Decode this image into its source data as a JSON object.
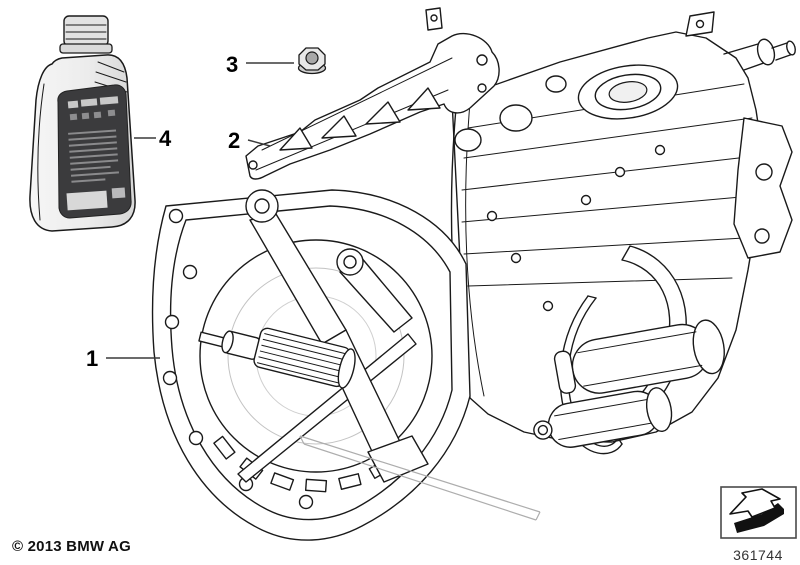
{
  "page": {
    "background": "#ffffff",
    "line_color": "#1a1a1a",
    "copyright": "© 2013 BMW AG",
    "diagram_number": "361744"
  },
  "callouts": [
    {
      "label": "1"
    },
    {
      "label": "2"
    },
    {
      "label": "3"
    },
    {
      "label": "4"
    }
  ],
  "colors": {
    "bottle_label_panel": "#3b3b3d",
    "bottle_body_shade": "#e4e4e4",
    "nut_fill": "#d6d6d6",
    "leader_line": "#3a3a3a",
    "icon_arrow_fill": "#111111"
  },
  "icons": [
    {
      "name": "page-flip-arrow-icon",
      "glyph": "3d-arrow-pointing-lower-left"
    }
  ]
}
